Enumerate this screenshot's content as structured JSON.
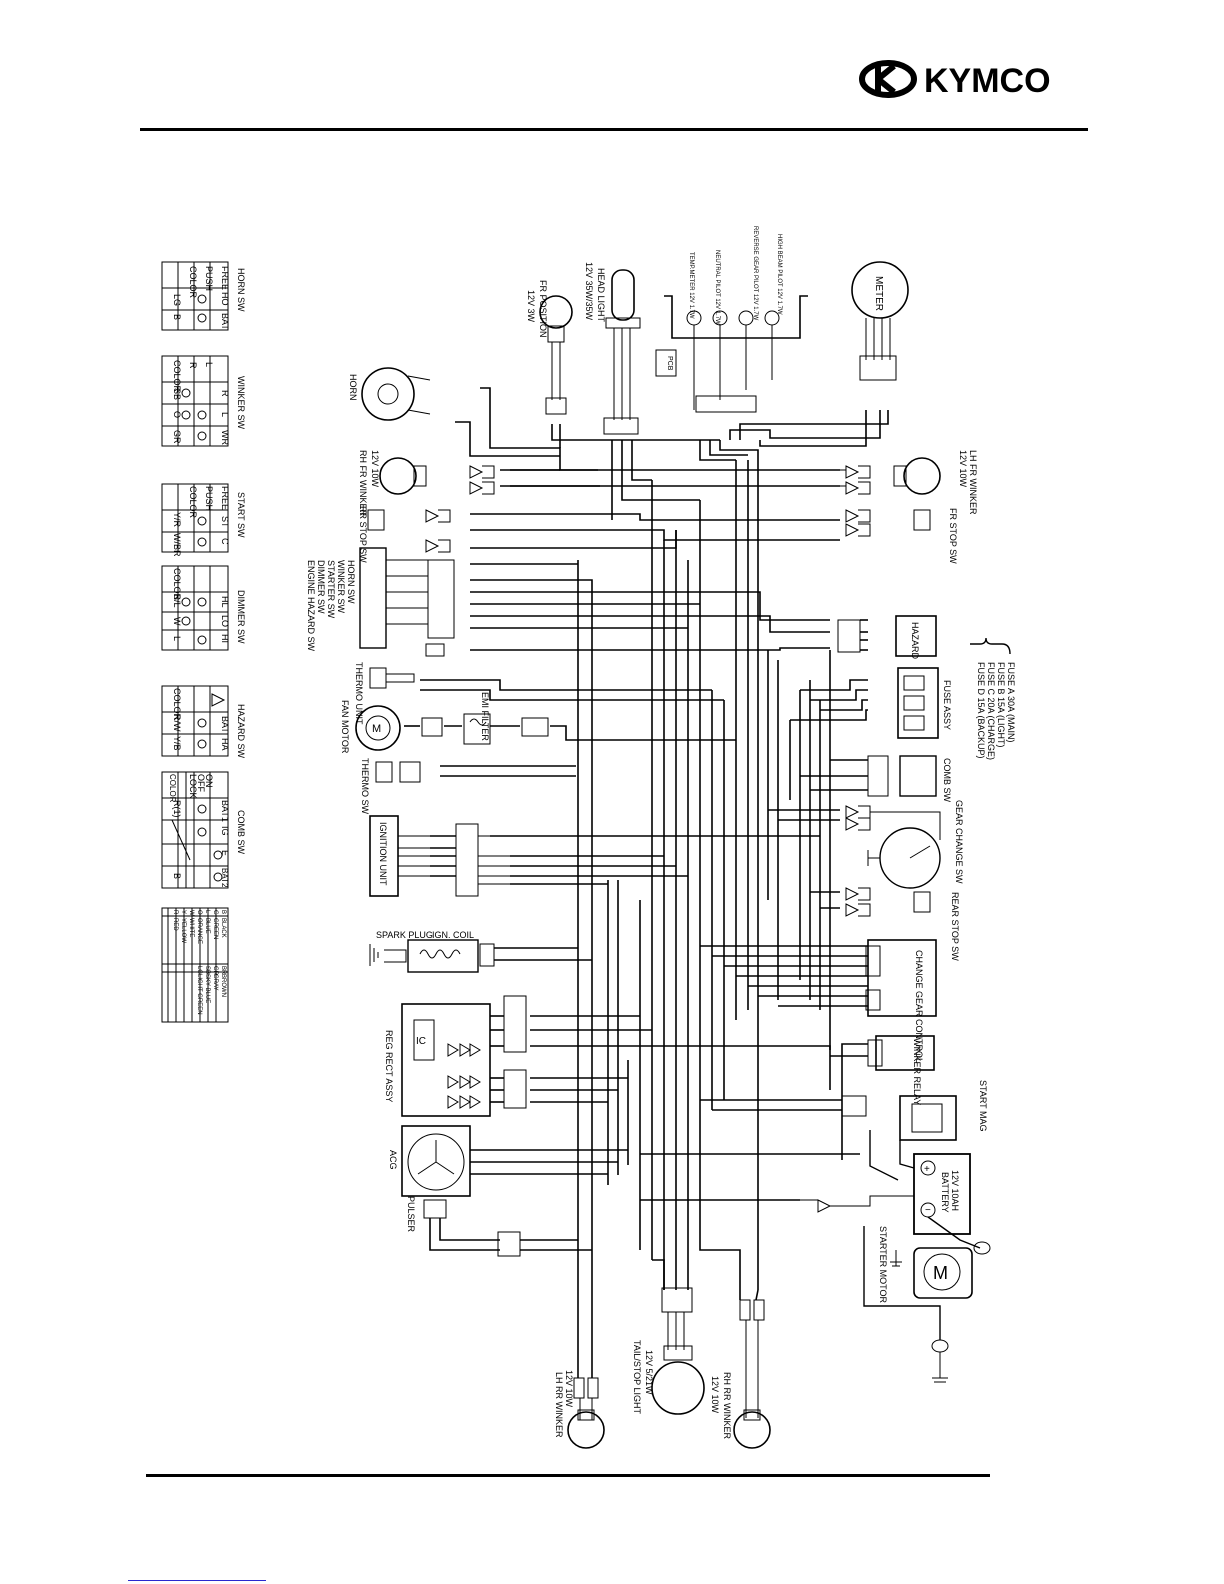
{
  "brand": {
    "name": "KYMCO"
  },
  "switch_tables": {
    "horn_sw": {
      "title": "HORN SW",
      "cols": [
        "",
        "HO",
        "BAT"
      ],
      "rows": [
        "FREE",
        "PUSH",
        "COLOR"
      ],
      "colors": [
        "LG",
        "B"
      ]
    },
    "winker_sw": {
      "title": "WINKER SW",
      "cols": [
        "",
        "R",
        "L",
        "WR"
      ],
      "rows": [
        "L",
        "",
        "R",
        "COLOR"
      ],
      "colors": [
        "SB",
        "O",
        "GR"
      ]
    },
    "start_sw": {
      "title": "START SW",
      "cols": [
        "",
        "ST",
        "C"
      ],
      "rows": [
        "FREE",
        "PUSH",
        "COLOR"
      ],
      "colors": [
        "Y/R",
        "W/BR"
      ]
    },
    "dimmer_sw": {
      "title": "DIMMER SW",
      "cols": [
        "",
        "HL",
        "LO",
        "HI"
      ],
      "rows": [
        "COLOR"
      ],
      "colors": [
        "B/L",
        "W",
        "L"
      ]
    },
    "hazard_sw": {
      "title": "HAZARD SW",
      "cols": [
        "",
        "BAT",
        "HA"
      ],
      "rows": [
        "COLOR"
      ],
      "colors": [
        "R/W",
        "Y/B"
      ]
    },
    "comb_sw": {
      "title": "COMB SW",
      "cols": [
        "",
        "BAT1",
        "IG",
        "E",
        "BAT2"
      ],
      "rows": [
        "ON",
        "OFF",
        "LOCK",
        "COLOR"
      ],
      "colors": [
        "R(1)",
        "B"
      ]
    }
  },
  "color_legend": [
    [
      "B",
      "BLACK",
      "BR",
      "BROWN"
    ],
    [
      "G",
      "GREEN",
      "GR",
      "GRAY"
    ],
    [
      "L",
      "BLUE",
      "SB",
      "SKY BLUE"
    ],
    [
      "O",
      "ORANGE",
      "LG",
      "LIGHT GREEN"
    ],
    [
      "W",
      "WHITE",
      "",
      ""
    ],
    [
      "Y",
      "YELLOW",
      "",
      ""
    ],
    [
      "R",
      "RED",
      "",
      ""
    ]
  ],
  "components": {
    "fr_position": "FR POSITION",
    "fr_position_rating": "12V 3W",
    "head_light": "HEAD LIGHT",
    "head_light_rating": "12V 35W/35W",
    "meter": "METER",
    "pcb": "PCB",
    "pilots": [
      "TEMP.METER 12V 1.7W",
      "NEUTRAL PILOT 12V 1.7W",
      "REVERSE GEAR PILOT 12V 1.7W",
      "HIGH BEAM PILOT 12V 1.7W"
    ],
    "horn": "HORN",
    "rh_fr_winker": "RH FR WINKER",
    "rh_fr_winker_rating": "12V 10W",
    "lh_fr_winker": "LH FR WINKER",
    "lh_fr_winker_rating": "12V 10W",
    "rr_stop_sw": "RR STOP SW",
    "fr_stop_sw": "FR STOP SW",
    "handle_switches": [
      "HORN SW",
      "WINKER SW",
      "STARTER SW",
      "DIMMER SW",
      "ENGINE HAZARD SW"
    ],
    "hazard": "HAZARD",
    "fuse_assy": "FUSE ASSY",
    "fuses": [
      "FUSE A  30A  (MAIN)",
      "FUSE B  15A  (LIGHT)",
      "FUSE C  20A  (CHARGE)",
      "FUSE D  15A  (BACKUP)"
    ],
    "thermo_unit": "THERMO UNIT",
    "emi_filter": "EMI FILTER",
    "fan_motor": "FAN MOTOR",
    "thermo_sw": "THERMO SW",
    "comb_sw": "COMB SW",
    "gear_change_sw": "GEAR CHANGE SW",
    "ignition_unit": "IGNITION UNIT",
    "rear_stop_sw": "REAR STOP SW",
    "spark_plug": "SPARK PLUG",
    "ign_coil": "IGN. COIL",
    "change_gear_control": "CHANGE GEAR CONTROL",
    "reg_rect_assy": "REG RECT ASSY",
    "winker_relay": "WINKER RELAY",
    "start_mag": "START MAG",
    "battery": "BATTERY",
    "battery_rating": "12V 10AH",
    "acg": "ACG",
    "pulser": "PULSER",
    "starter_motor": "STARTER MOTOR",
    "lh_rr_winker": "LH RR WINKER",
    "lh_rr_winker_rating": "12V 10W",
    "tail_stop_light": "TAIL/STOP LIGHT",
    "tail_stop_rating": "12V 5/21W",
    "rh_rr_winker": "RH RR WINKER",
    "rh_rr_winker_rating": "12V 10W"
  }
}
